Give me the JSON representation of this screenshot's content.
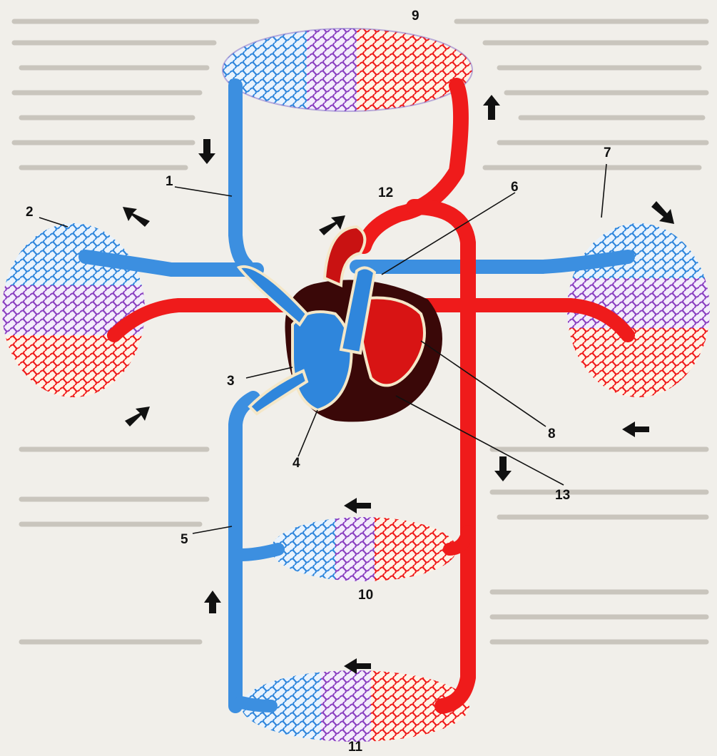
{
  "labels": {
    "n1": "1",
    "n2": "2",
    "n3": "3",
    "n4": "4",
    "n5": "5",
    "n6": "6",
    "n7": "7",
    "n8": "8",
    "n9": "9",
    "n10": "10",
    "n11": "11",
    "n12": "12",
    "n13": "13"
  },
  "colors": {
    "artery": "#ef1b1b",
    "vein": "#3c8fe0",
    "mixed": "#8a3fc0",
    "heart_wall": "#3a0808",
    "background": "#f1efea"
  }
}
